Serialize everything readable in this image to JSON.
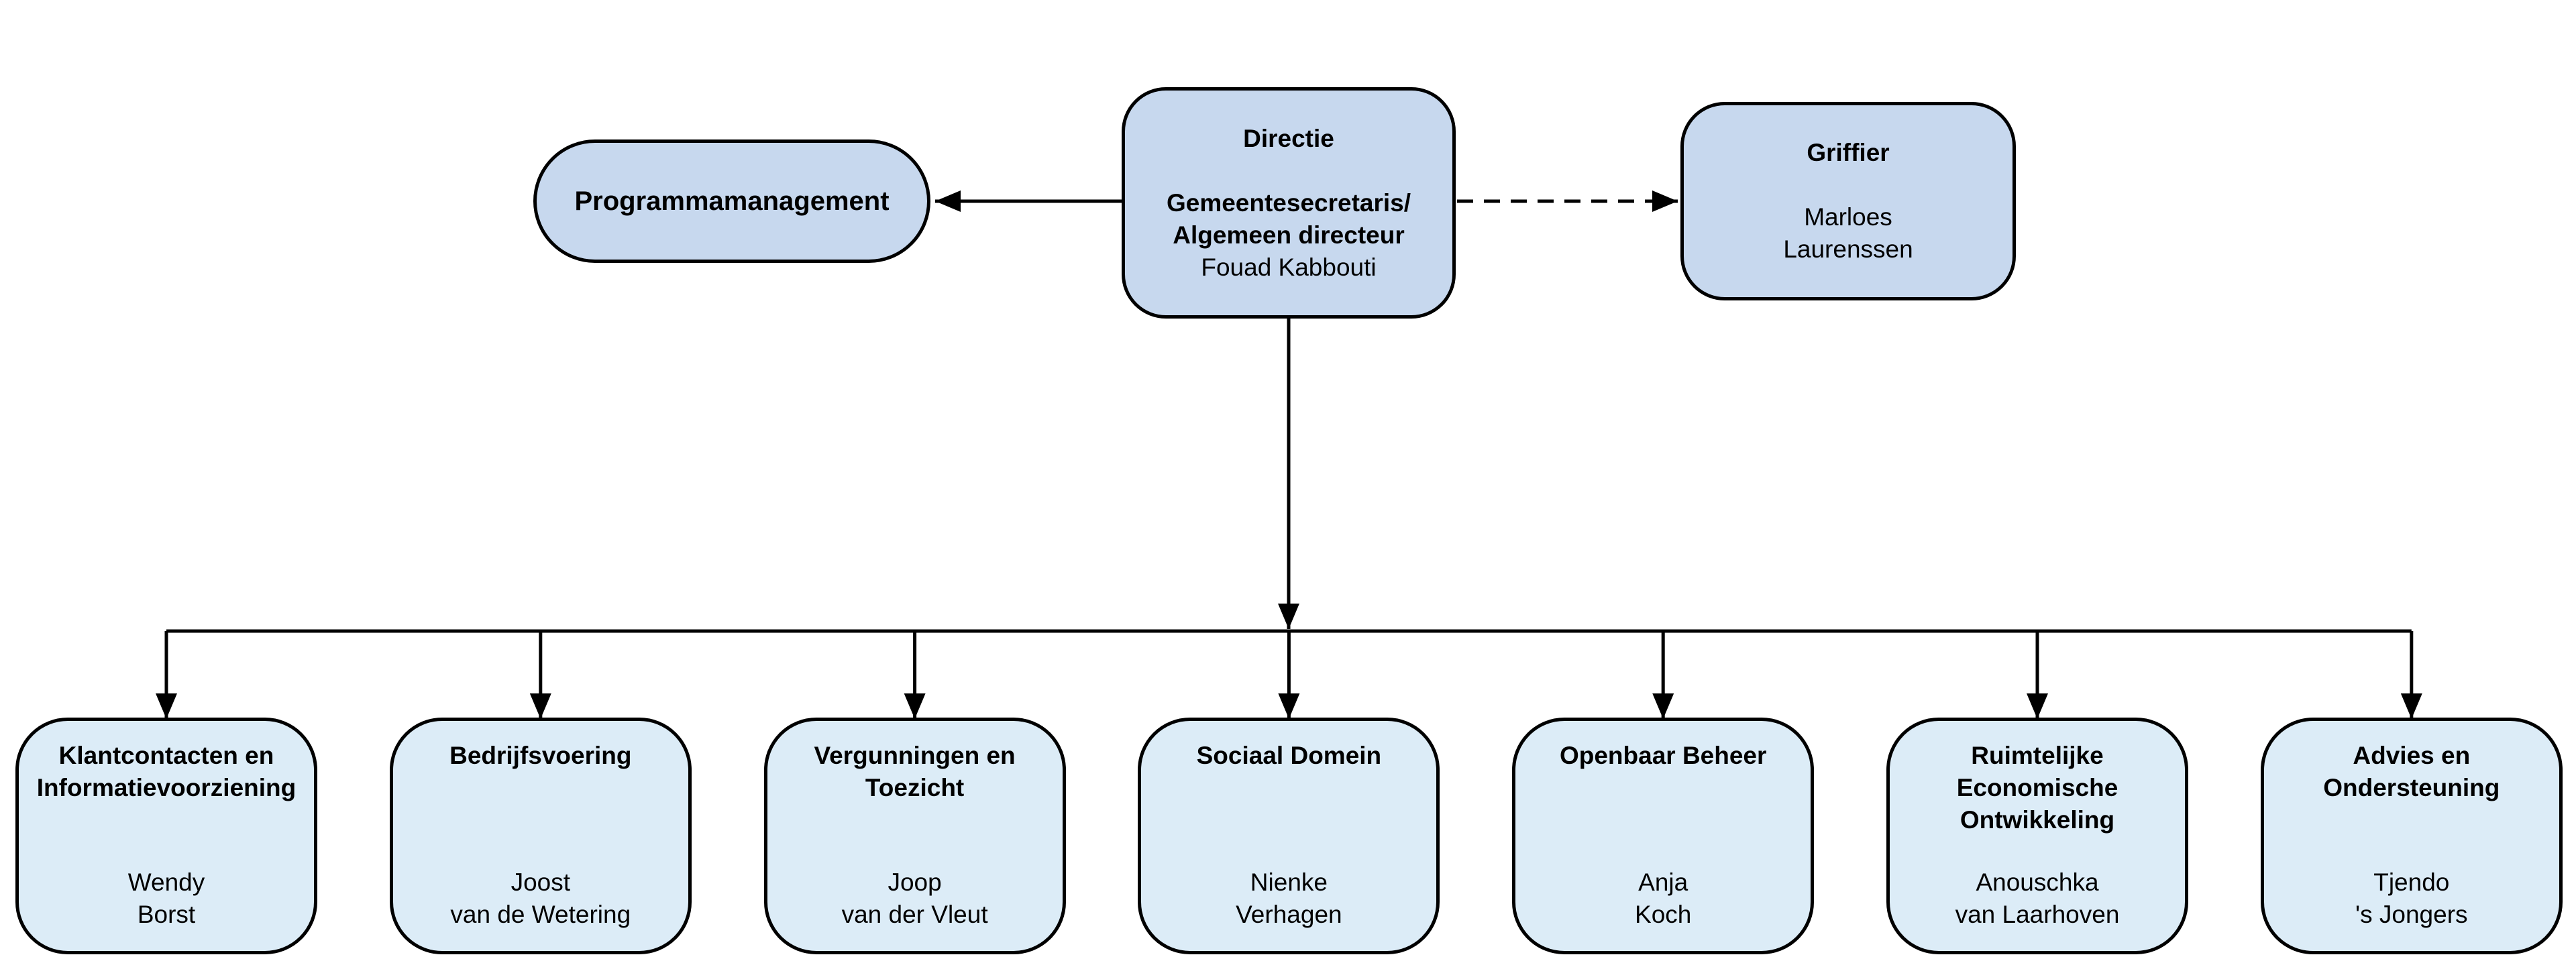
{
  "diagram": {
    "type": "org-chart",
    "colors": {
      "background": "#ffffff",
      "top_box_fill": "#c7d8ee",
      "department_box_fill": "#dcecf7",
      "line_color": "#000000",
      "text_color": "#000000"
    },
    "nodes": {
      "directie": {
        "title": "Directie",
        "subtitle_lines": [
          "Gemeentesecretaris/",
          "Algemeen directeur"
        ],
        "person": "Fouad Kabbouti"
      },
      "programmamanagement": {
        "title": "Programmamanagement"
      },
      "griffier": {
        "title": "Griffier",
        "person_lines": [
          "Marloes",
          "Laurenssen"
        ]
      },
      "departments": [
        {
          "title_lines": [
            "Klantcontacten en",
            "Informatievoorziening"
          ],
          "person_lines": [
            "Wendy",
            "Borst"
          ]
        },
        {
          "title_lines": [
            "Bedrijfsvoering"
          ],
          "person_lines": [
            "Joost",
            "van de Wetering"
          ]
        },
        {
          "title_lines": [
            "Vergunningen en",
            "Toezicht"
          ],
          "person_lines": [
            "Joop",
            "van der Vleut"
          ]
        },
        {
          "title_lines": [
            "Sociaal Domein"
          ],
          "person_lines": [
            "Nienke",
            "Verhagen"
          ]
        },
        {
          "title_lines": [
            "Openbaar Beheer"
          ],
          "person_lines": [
            "Anja",
            "Koch"
          ]
        },
        {
          "title_lines": [
            "Ruimtelijke",
            "Economische",
            "Ontwikkeling"
          ],
          "person_lines": [
            "Anouschka",
            "van Laarhoven"
          ]
        },
        {
          "title_lines": [
            "Advies en",
            "Ondersteuning"
          ],
          "person_lines": [
            "Tjendo",
            "'s Jongers"
          ]
        }
      ]
    },
    "connectors": {
      "directie_to_programmamanagement": "solid-arrow-left",
      "directie_to_griffier": "dashed-arrow-right",
      "directie_to_departments": "solid-tree-arrows-down"
    }
  }
}
